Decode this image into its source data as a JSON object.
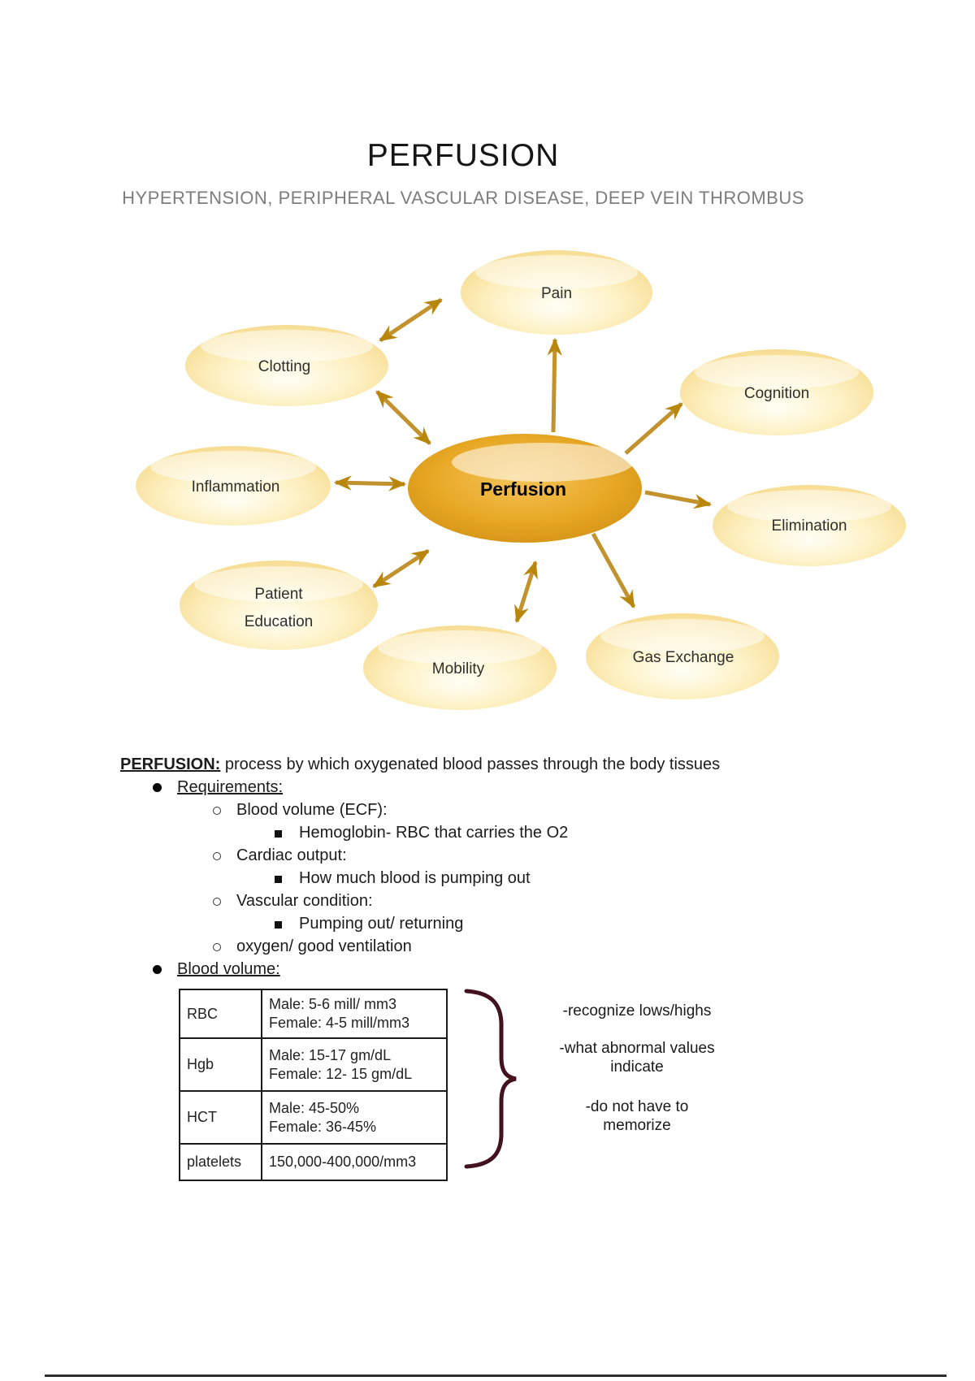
{
  "page": {
    "title": "PERFUSION",
    "subtitle": "HYPERTENSION, PERIPHERAL VASCULAR DISEASE, DEEP VEIN THROMBUS"
  },
  "diagram": {
    "center": {
      "label": "Perfusion"
    },
    "nodes": [
      {
        "label": "Pain"
      },
      {
        "label": "Clotting"
      },
      {
        "label": "Cognition"
      },
      {
        "label": "Inflammation"
      },
      {
        "label": "Elimination"
      },
      {
        "label": "Patient",
        "label2": "Education"
      },
      {
        "label": "Mobility"
      },
      {
        "label": "Gas Exchange"
      }
    ],
    "colors": {
      "node_edge": "#eec45f",
      "node_highlight": "#fffdf2",
      "center_fill": "#d2900f",
      "arrow": "#c2922e",
      "arrowhead": "#b8860b"
    }
  },
  "notes": {
    "heading_term": "PERFUSION:",
    "heading_rest": " process by which oxygenated blood passes through the body tissues",
    "bullets": [
      {
        "text": "Requirements:"
      },
      {
        "text": "Blood volume (ECF):"
      },
      {
        "text": "Hemoglobin- RBC that carries the O2"
      },
      {
        "text": "Cardiac output:"
      },
      {
        "text": "How much blood is pumping out"
      },
      {
        "text": "Vascular condition:"
      },
      {
        "text": "Pumping out/ returning"
      },
      {
        "text": "oxygen/ good ventilation"
      },
      {
        "text": "Blood volume:"
      }
    ]
  },
  "table": {
    "rows": [
      {
        "label": "RBC",
        "line1": "Male: 5-6 mill/ mm3",
        "line2": "Female: 4-5 mill/mm3"
      },
      {
        "label": "Hgb",
        "line1": "Male: 15-17 gm/dL",
        "line2": "Female: 12- 15 gm/dL"
      },
      {
        "label": "HCT",
        "line1": "Male: 45-50%",
        "line2": "Female: 36-45%"
      },
      {
        "label": "platelets",
        "line1": "150,000-400,000/mm3",
        "line2": ""
      }
    ]
  },
  "annotations": {
    "brace_color": "#42121e",
    "lines": [
      "-recognize lows/highs",
      "-what abnormal values",
      "indicate",
      "-do not have to",
      "memorize"
    ]
  }
}
